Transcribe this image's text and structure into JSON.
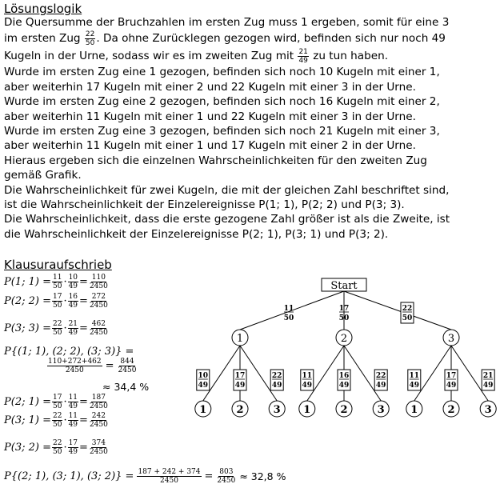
{
  "solution": {
    "heading": "Lösungslogik",
    "line1": "Die Quersumme der Bruchzahlen im ersten Zug muss 1 ergeben, somit für eine 3",
    "line2_a": "im ersten Zug",
    "frac_22_50": {
      "num": "22",
      "den": "50"
    },
    "line2_b": ". Da ohne Zurücklegen gezogen wird, befinden sich nur noch 49",
    "line3_a": "Kugeln in der Urne, sodass wir es im zweiten Zug mit",
    "frac_21_49": {
      "num": "21",
      "den": "49"
    },
    "line3_b": "zu tun haben.",
    "lines": [
      "Wurde im ersten Zug eine 1 gezogen, befinden sich noch 10 Kugeln mit einer 1,",
      "aber weiterhin 17 Kugeln mit einer 2 und 22 Kugeln mit einer 3 in der Urne.",
      "Wurde im ersten Zug eine 2 gezogen, befinden sich noch 16 Kugeln mit einer 2,",
      "aber weiterhin 11 Kugeln mit einer 1 und 22 Kugeln mit einer 3 in der Urne.",
      "Wurde im ersten Zug eine 3 gezogen, befinden sich noch 21 Kugeln mit einer 3,",
      "aber weiterhin 11 Kugeln mit einer 1 und 17 Kugeln mit einer 2 in der Urne.",
      "Hieraus ergeben sich die einzelnen Wahrscheinlichkeiten für den zweiten Zug",
      "gemäß Grafik.",
      "Die Wahrscheinlichkeit für zwei Kugeln, die mit der gleichen Zahl beschriftet sind,",
      "ist die Wahrscheinlichkeit der Einzelereignisse P(1; 1), P(2; 2) und P(3; 3).",
      "Die Wahrscheinlichkeit, dass die erste gezogene Zahl größer ist als die Zweite, ist",
      "die Wahrscheinlichkeit der Einzelereignisse P(2; 1), P(3; 1) und P(3; 2)."
    ]
  },
  "exam": {
    "heading": "Klausuraufschrieb",
    "p11": {
      "label": "P(1; 1) =",
      "a": [
        "11",
        "50"
      ],
      "b": [
        "10",
        "49"
      ],
      "r": [
        "110",
        "2450"
      ]
    },
    "p22": {
      "label": "P(2; 2) =",
      "a": [
        "17",
        "50"
      ],
      "b": [
        "16",
        "49"
      ],
      "r": [
        "272",
        "2450"
      ]
    },
    "p33": {
      "label": "P(3; 3) =",
      "a": [
        "22",
        "50"
      ],
      "b": [
        "21",
        "49"
      ],
      "r": [
        "462",
        "2450"
      ]
    },
    "psum1": {
      "label": "P{(1; 1), (2; 2), (3; 3)} =",
      "n": "110+272+462",
      "d": "2450",
      "r": [
        "844",
        "2450"
      ],
      "approx": "≈ 34,4 %"
    },
    "p21": {
      "label": "P(2; 1) =",
      "a": [
        "17",
        "50"
      ],
      "b": [
        "11",
        "49"
      ],
      "r": [
        "187",
        "2450"
      ]
    },
    "p31": {
      "label": "P(3; 1) =",
      "a": [
        "22",
        "50"
      ],
      "b": [
        "11",
        "49"
      ],
      "r": [
        "242",
        "2450"
      ]
    },
    "p32": {
      "label": "P(3; 2) =",
      "a": [
        "22",
        "50"
      ],
      "b": [
        "17",
        "49"
      ],
      "r": [
        "374",
        "2450"
      ]
    },
    "psum2": {
      "label": "P{(2; 1), (3; 1), (3; 2)} =",
      "n": "187 + 242 + 374",
      "d": "2450",
      "r": [
        "803",
        "2450"
      ],
      "approx": "≈ 32,8 %"
    },
    "dot": "·",
    "eq": "="
  },
  "tree": {
    "start": "Start",
    "level1": [
      {
        "node": "1",
        "p": [
          "11",
          "50"
        ]
      },
      {
        "node": "2",
        "p": [
          "17",
          "50"
        ]
      },
      {
        "node": "3",
        "p": [
          "22",
          "50"
        ]
      }
    ],
    "level2": [
      [
        {
          "node": "1",
          "p": [
            "10",
            "49"
          ]
        },
        {
          "node": "2",
          "p": [
            "17",
            "49"
          ]
        },
        {
          "node": "3",
          "p": [
            "22",
            "49"
          ]
        }
      ],
      [
        {
          "node": "1",
          "p": [
            "11",
            "49"
          ]
        },
        {
          "node": "2",
          "p": [
            "16",
            "49"
          ]
        },
        {
          "node": "3",
          "p": [
            "22",
            "49"
          ]
        }
      ],
      [
        {
          "node": "1",
          "p": [
            "11",
            "49"
          ]
        },
        {
          "node": "2",
          "p": [
            "17",
            "49"
          ]
        },
        {
          "node": "3",
          "p": [
            "21",
            "49"
          ]
        }
      ]
    ]
  }
}
